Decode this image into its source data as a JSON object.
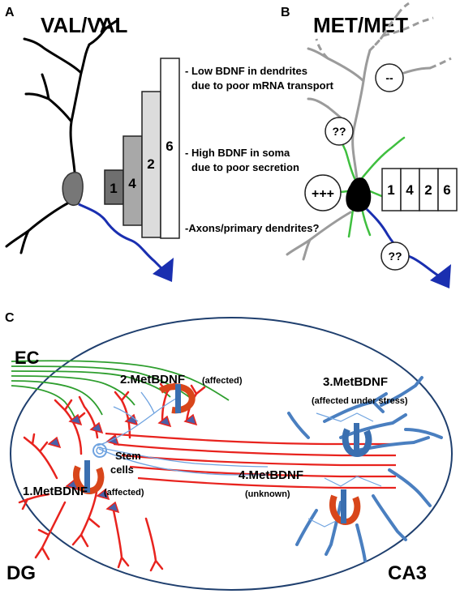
{
  "panel_a": {
    "letter": "A",
    "title": "VAL/VAL",
    "bars": [
      "1",
      "4",
      "2",
      "6"
    ],
    "notes": [
      "- Low BDNF in dendrites",
      "due to poor mRNA transport",
      "- High BDNF in soma",
      "due to poor secretion",
      "-Axons/primary dendrites?"
    ],
    "colors": {
      "neuron": "#000000",
      "soma": "#777777",
      "axon": "#1a2fb0"
    }
  },
  "panel_b": {
    "letter": "B",
    "title": "MET/MET",
    "circles": [
      "--",
      "??",
      "+++",
      "??"
    ],
    "boxes": [
      "1",
      "4",
      "2",
      "6"
    ],
    "colors": {
      "dendrite_gray": "#9b9b9b",
      "green": "#3fbf3f",
      "soma": "#000000",
      "axon": "#1a2fb0"
    }
  },
  "panel_c": {
    "letter": "C",
    "ec": "EC",
    "dg": "DG",
    "ca3": "CA3",
    "labels": {
      "m1": "1.MetBDNF",
      "m1_sub": "(affected)",
      "m2": "2.MetBDNF",
      "m2_sub": "(affected)",
      "m3": "3.MetBDNF",
      "m3_sub": "(affected under stress)",
      "m4": "4.MetBDNF",
      "m4_sub": "(unknown)",
      "stem1": "Stem",
      "stem2": "cells"
    },
    "colors": {
      "red": "#e8231e",
      "blue": "#4a7fc0",
      "green": "#2e9e2e",
      "ellipse": "#1f3f6e",
      "clip": "#d8461b",
      "clip_blue": "#3a6fb0"
    }
  }
}
